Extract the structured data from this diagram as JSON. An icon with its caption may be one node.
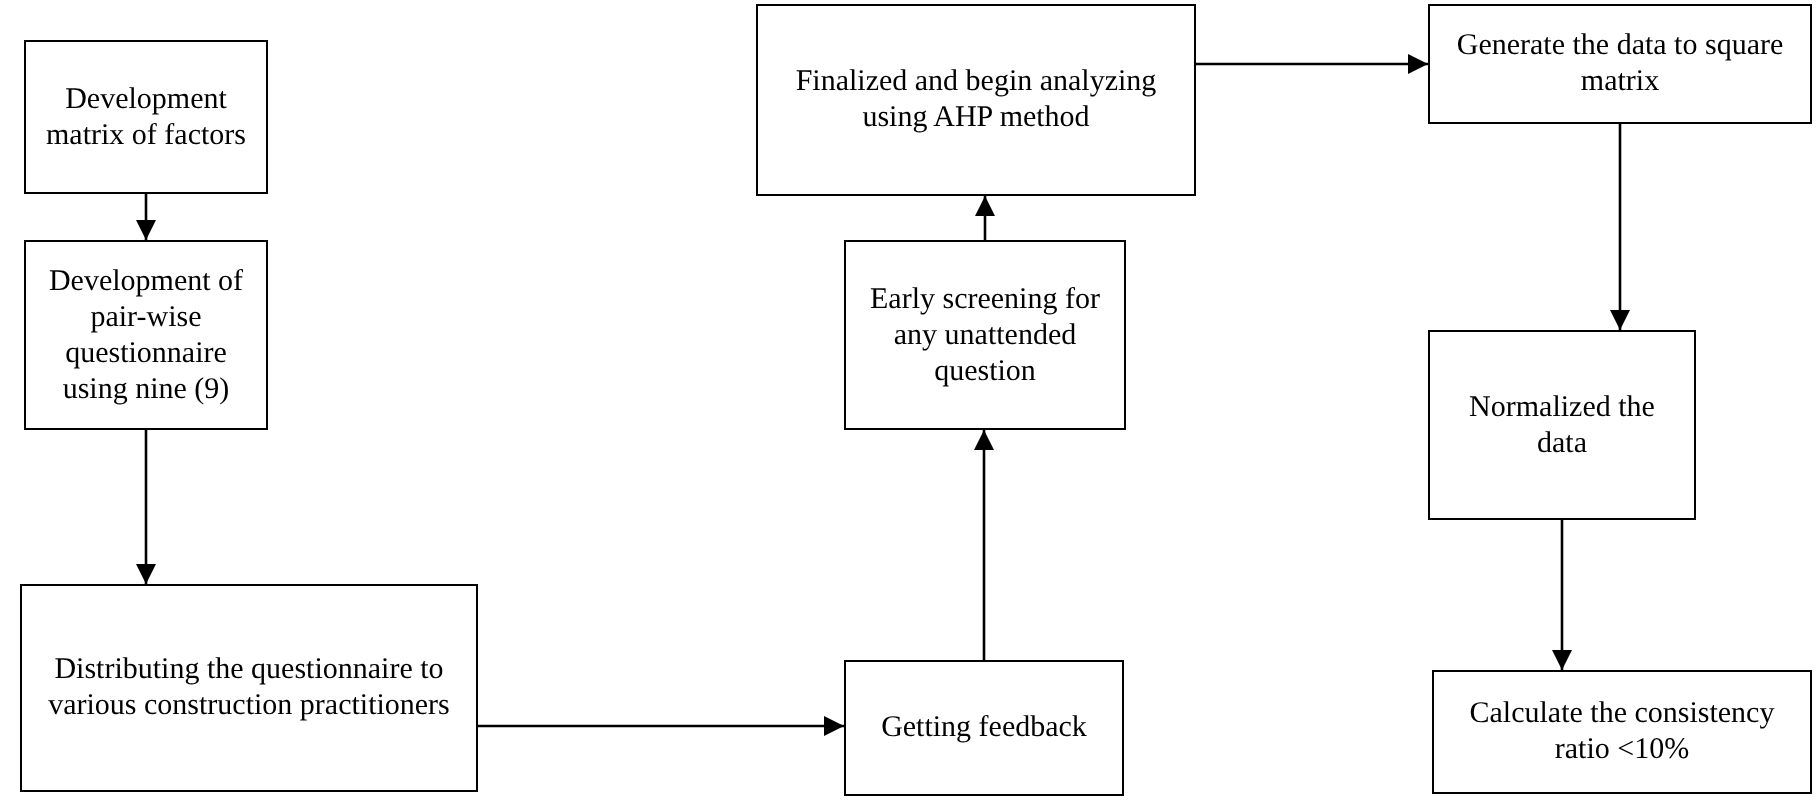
{
  "diagram": {
    "nodes": [
      {
        "text": [
          "Development matrix of factors"
        ]
      },
      {
        "text": [
          "Development of pair-wise questionnaire using nine (9)"
        ]
      },
      {
        "text": [
          "Distributing the questionnaire to various construction practitioners"
        ]
      },
      {
        "text": [
          "Getting feedback"
        ]
      },
      {
        "text": [
          "Early screening for any unattended question"
        ]
      },
      {
        "text": [
          "Finalized and begin analyzing using AHP method"
        ]
      },
      {
        "text": [
          "Generate the data to square matrix"
        ]
      },
      {
        "text": [
          "Normalized the data"
        ]
      },
      {
        "text": [
          "Calculate the consistency ratio <10%"
        ]
      }
    ],
    "edges": [
      {
        "from": 0,
        "to": 1,
        "arrow": "to"
      },
      {
        "from": 1,
        "to": 2,
        "arrow": "to"
      },
      {
        "from": 2,
        "to": 3,
        "arrow": "to"
      },
      {
        "from": 3,
        "to": 4,
        "arrow": "to"
      },
      {
        "from": 4,
        "to": 5,
        "arrow": "to"
      },
      {
        "from": 5,
        "to": 6,
        "arrow": "to"
      },
      {
        "from": 6,
        "to": 7,
        "arrow": "to"
      },
      {
        "from": 7,
        "to": 8,
        "arrow": "to"
      }
    ]
  }
}
